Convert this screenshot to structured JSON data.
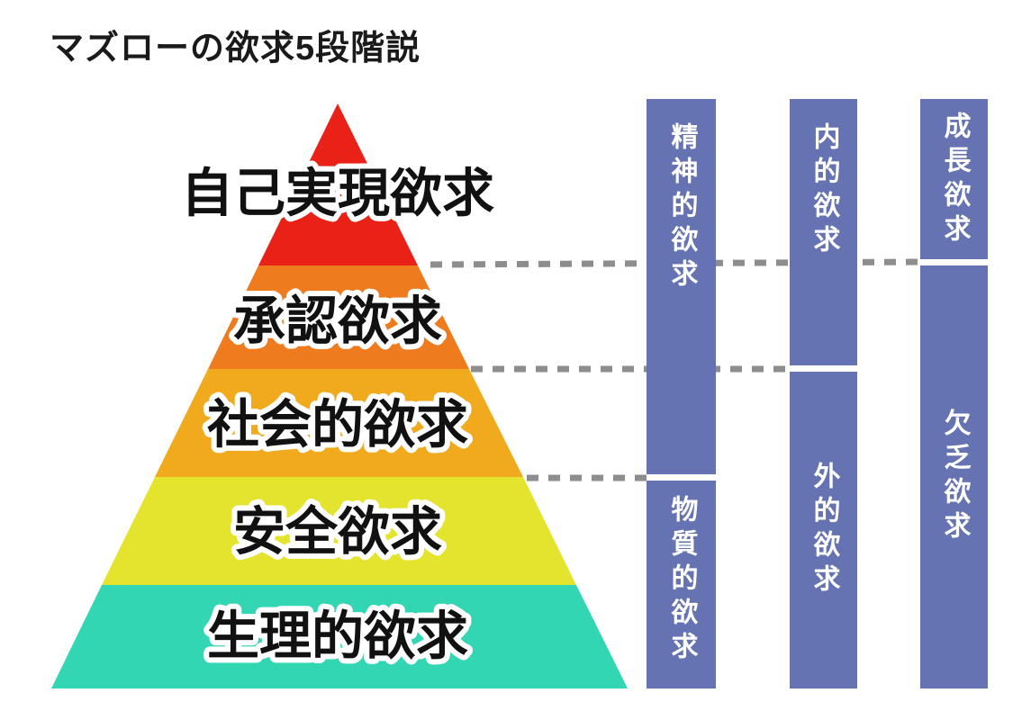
{
  "title": "マズローの欲求5段階説",
  "pyramid": {
    "levels": [
      {
        "label": "自己実現欲求",
        "color": "#e92117"
      },
      {
        "label": "承認欲求",
        "color": "#ee7c1f"
      },
      {
        "label": "社会的欲求",
        "color": "#f1a91e"
      },
      {
        "label": "安全欲求",
        "color": "#e4e42e"
      },
      {
        "label": "生理的欲求",
        "color": "#33d6b3"
      }
    ]
  },
  "bars": [
    {
      "top_label": "精神的欲求",
      "bottom_label": "物質的欲求"
    },
    {
      "top_label": "内的欲求",
      "bottom_label": "外的欲求"
    },
    {
      "top_label": "成長欲求",
      "bottom_label": "欠乏欲求"
    }
  ],
  "colors": {
    "bar": "#6673b2",
    "bar_text": "#ffffff",
    "connector_dash": "#8d8d8d",
    "pyramid_text": "#111111",
    "pyramid_text_outline": "#ffffff",
    "title_text": "#1a1a1a",
    "background": "#ffffff"
  }
}
